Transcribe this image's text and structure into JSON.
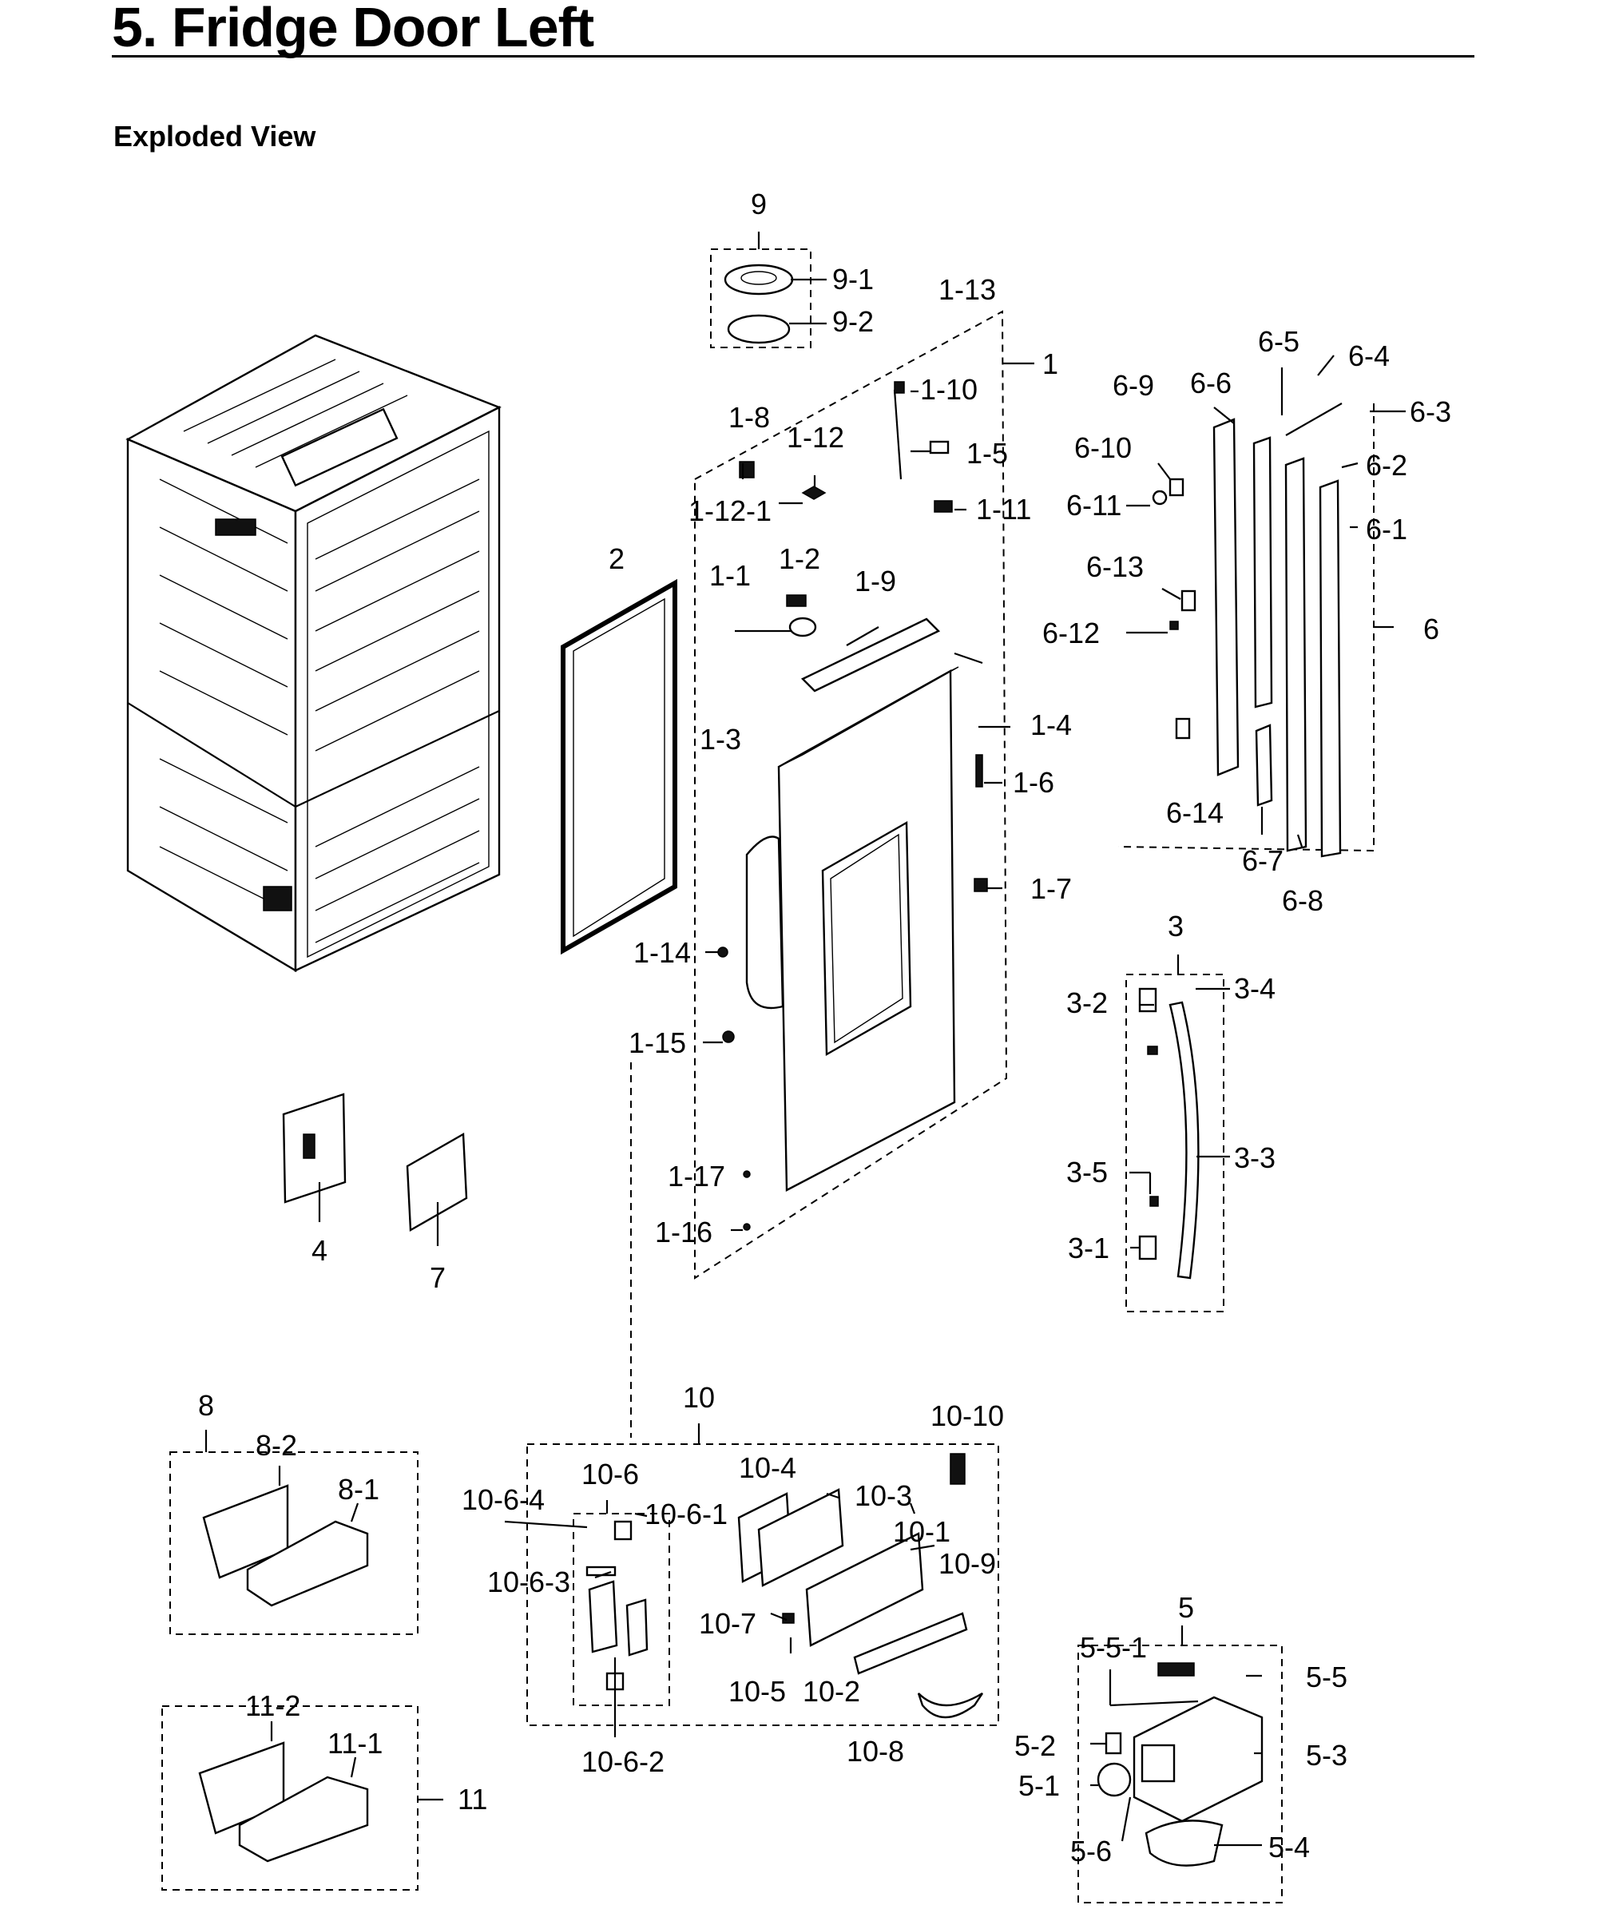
{
  "header": {
    "title": "5.  Fridge Door Left",
    "section": "Exploded View"
  },
  "labels": {
    "p9": "9",
    "p9_1": "9-1",
    "p9_2": "9-2",
    "p1": "1",
    "p1_1": "1-1",
    "p1_2": "1-2",
    "p1_3": "1-3",
    "p1_4": "1-4",
    "p1_5": "1-5",
    "p1_6": "1-6",
    "p1_7": "1-7",
    "p1_8": "1-8",
    "p1_9": "1-9",
    "p1_10": "1-10",
    "p1_11": "1-11",
    "p1_12": "1-12",
    "p1_12_1": "1-12-1",
    "p1_13": "1-13",
    "p1_14": "1-14",
    "p1_15": "1-15",
    "p1_16": "1-16",
    "p1_17": "1-17",
    "p2": "2",
    "p3": "3",
    "p3_1": "3-1",
    "p3_2": "3-2",
    "p3_3": "3-3",
    "p3_4": "3-4",
    "p3_5": "3-5",
    "p4": "4",
    "p7": "7",
    "p5": "5",
    "p5_1": "5-1",
    "p5_2": "5-2",
    "p5_3": "5-3",
    "p5_4": "5-4",
    "p5_5": "5-5",
    "p5_5_1": "5-5-1",
    "p5_6": "5-6",
    "p6": "6",
    "p6_1": "6-1",
    "p6_2": "6-2",
    "p6_3": "6-3",
    "p6_4": "6-4",
    "p6_5": "6-5",
    "p6_6": "6-6",
    "p6_7": "6-7",
    "p6_8": "6-8",
    "p6_9": "6-9",
    "p6_10": "6-10",
    "p6_11": "6-11",
    "p6_12": "6-12",
    "p6_13": "6-13",
    "p6_14": "6-14",
    "p8": "8",
    "p8_1": "8-1",
    "p8_2": "8-2",
    "p10": "10",
    "p10_1": "10-1",
    "p10_2": "10-2",
    "p10_3": "10-3",
    "p10_4": "10-4",
    "p10_5": "10-5",
    "p10_6": "10-6",
    "p10_6_1": "10-6-1",
    "p10_6_2": "10-6-2",
    "p10_6_3": "10-6-3",
    "p10_6_4": "10-6-4",
    "p10_7": "10-7",
    "p10_8": "10-8",
    "p10_9": "10-9",
    "p10_10": "10-10",
    "p11": "11",
    "p11_1": "11-1",
    "p11_2": "11-2"
  }
}
